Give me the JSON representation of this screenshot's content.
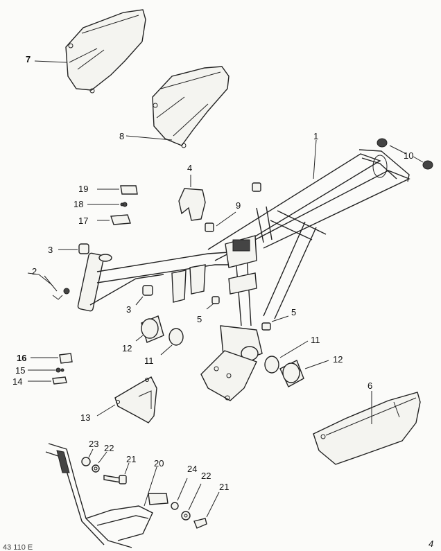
{
  "figure": {
    "labels": {
      "l1": "1",
      "l2": "2",
      "l3a": "3",
      "l3b": "3",
      "l4": "4",
      "l5a": "5",
      "l5b": "5",
      "l6": "6",
      "l7": "7",
      "l8": "8",
      "l9": "9",
      "l10": "10",
      "l11a": "11",
      "l11b": "11",
      "l12a": "12",
      "l12b": "12",
      "l13": "13",
      "l14": "14",
      "l15": "15",
      "l16": "16",
      "l17": "17",
      "l18": "18",
      "l19": "19",
      "l20": "20",
      "l21a": "21",
      "l21b": "21",
      "l22a": "22",
      "l22b": "22",
      "l23": "23",
      "l24": "24"
    },
    "page_corner": "4",
    "footer_code": "43 110 E"
  }
}
